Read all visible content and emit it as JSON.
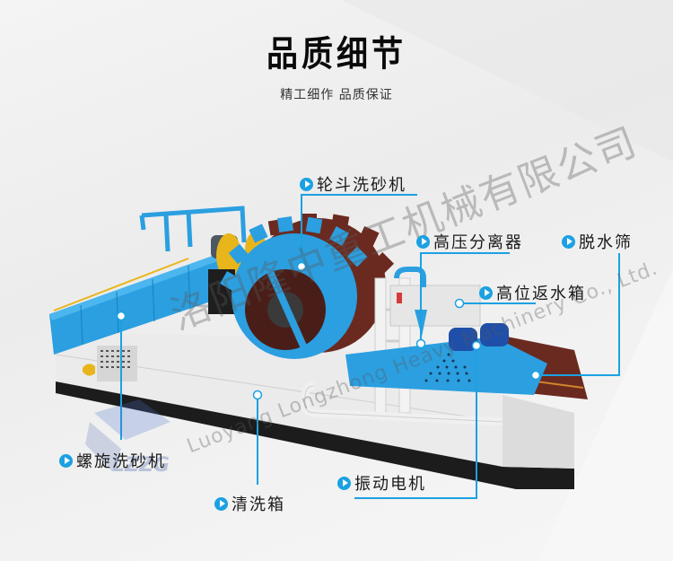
{
  "header": {
    "title": "品质细节",
    "subtitle": "精工细作 品质保证"
  },
  "callouts": [
    {
      "id": "bucket-wheel-sand-washer",
      "label": "轮斗洗砂机"
    },
    {
      "id": "high-pressure-separator",
      "label": "高压分离器"
    },
    {
      "id": "dewatering-screen",
      "label": "脱水筛"
    },
    {
      "id": "high-level-return-tank",
      "label": "高位返水箱"
    },
    {
      "id": "spiral-sand-washer",
      "label": "螺旋洗砂机"
    },
    {
      "id": "vibration-motor",
      "label": "振动电机"
    },
    {
      "id": "washing-tank",
      "label": "清洗箱"
    }
  ],
  "watermark": {
    "company_cn": "洛阳隆中重工机械有限公司",
    "company_en": "Luoyang Longzhong Heavy Machinery Co., Ltd.",
    "logo_text": "LZZG"
  },
  "colors": {
    "accent": "#1ba1e2",
    "machine_blue": "#2aa0e0",
    "machine_rust": "#6b2a20",
    "machine_white": "#e9e9e9",
    "machine_yellow": "#e8b51a",
    "title": "#0a0a0a"
  }
}
